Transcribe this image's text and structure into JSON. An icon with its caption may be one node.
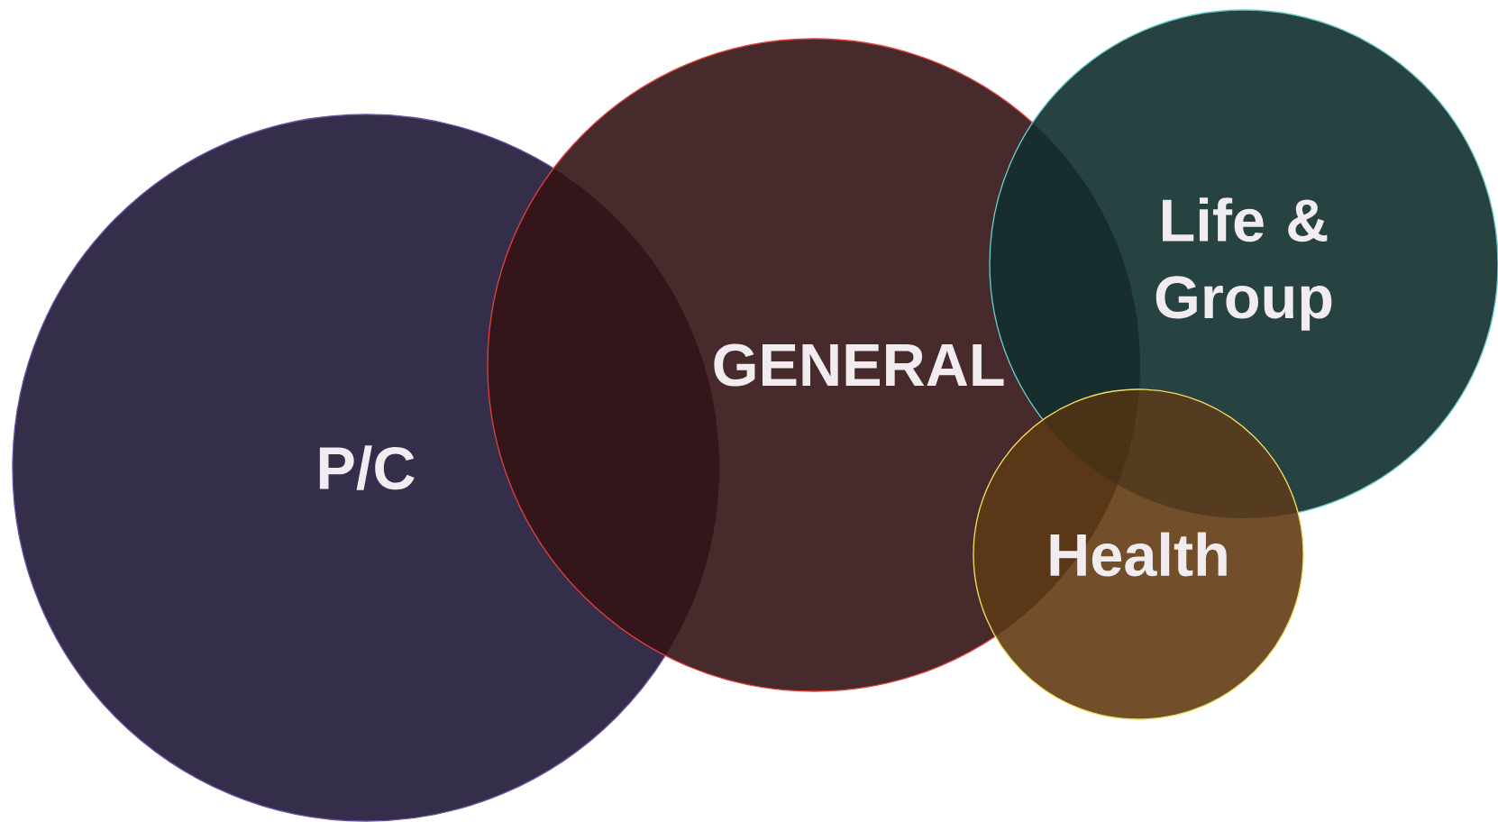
{
  "diagram": {
    "nodes": [
      {
        "text": [
          "P/C"
        ]
      },
      {
        "text": [
          "GENERAL"
        ]
      },
      {
        "text": [
          "Life & Group"
        ]
      },
      {
        "text": [
          "Health"
        ]
      }
    ]
  }
}
